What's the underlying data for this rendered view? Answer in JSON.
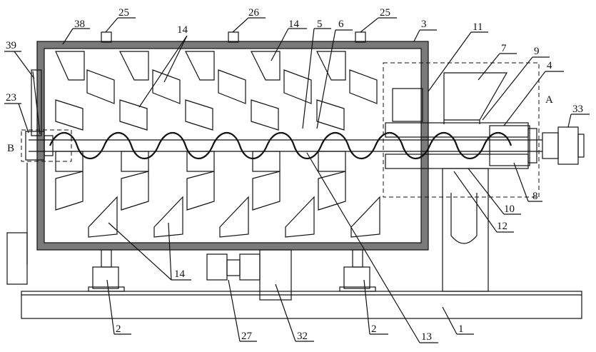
{
  "labels": {
    "n1": "1",
    "n2a": "2",
    "n2b": "2",
    "n3": "3",
    "n4": "4",
    "n5": "5",
    "n6": "6",
    "n7": "7",
    "n8": "8",
    "n9": "9",
    "n10": "10",
    "n11": "11",
    "n12": "12",
    "n13": "13",
    "n14a": "14",
    "n14b": "14",
    "n14c": "14",
    "n14d": "14",
    "n23": "23",
    "n25a": "25",
    "n25b": "25",
    "n26": "26",
    "n27": "27",
    "n32": "32",
    "n33": "33",
    "n38": "38",
    "n39": "39",
    "detailA": "A",
    "detailB": "B"
  }
}
